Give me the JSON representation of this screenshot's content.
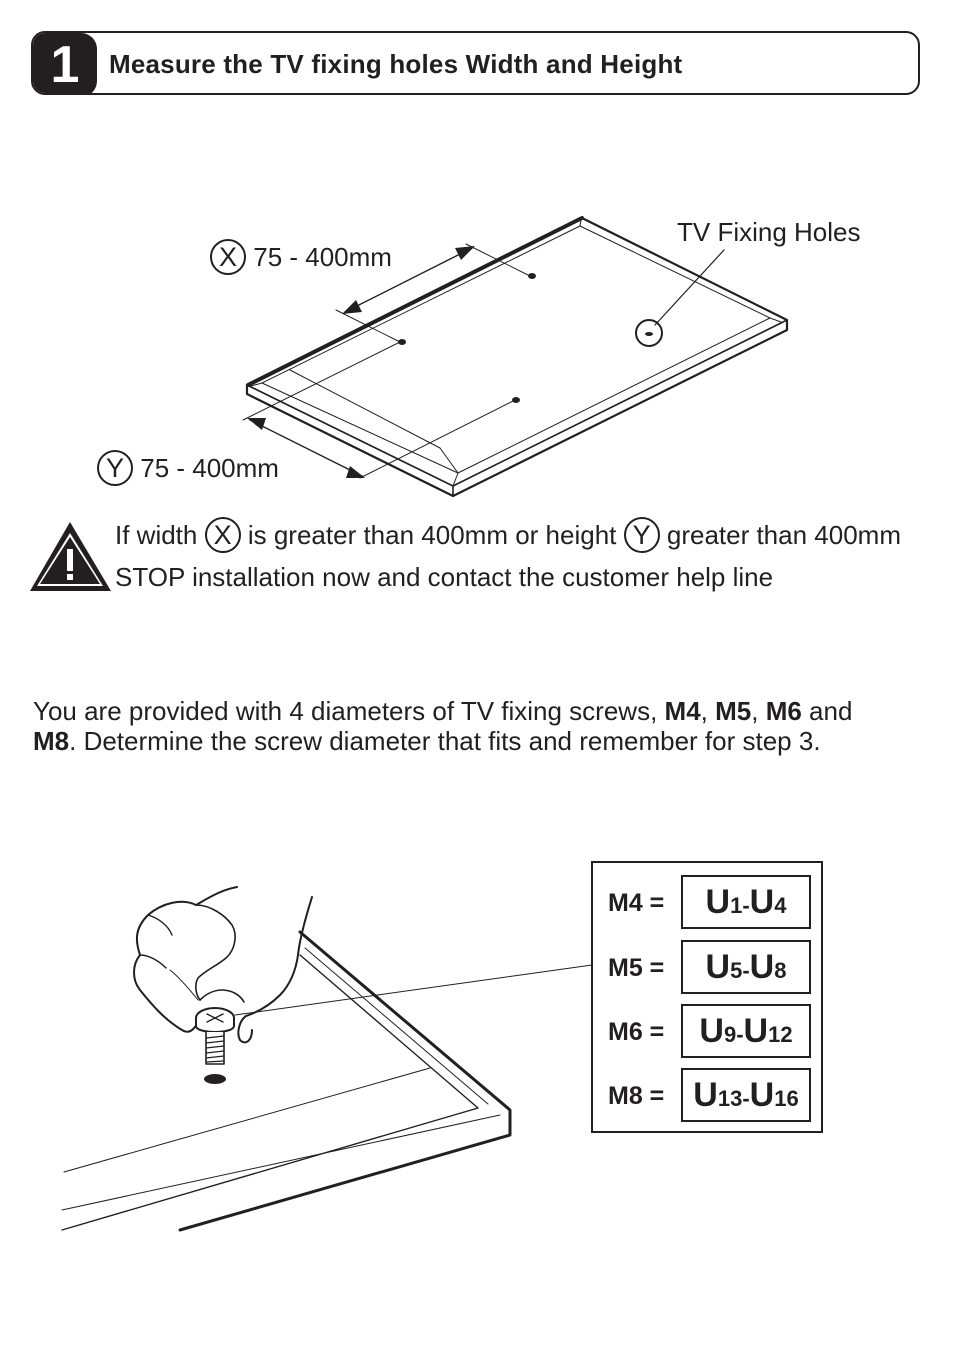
{
  "step": {
    "number": "1",
    "title": "Measure the TV fixing holes Width and Height"
  },
  "diagram": {
    "x_symbol": "X",
    "y_symbol": "Y",
    "x_range": "75 - 400mm",
    "y_range": "75 - 400mm",
    "holes_label": "TV Fixing Holes"
  },
  "warning": {
    "icon": "warning-triangle-icon",
    "line1_before": "If width",
    "line1_x": "X",
    "line1_mid": "is greater than 400mm or height",
    "line1_y": "Y",
    "line1_after": "greater than 400mm",
    "line2": "STOP installation now and contact the customer help line"
  },
  "intro": {
    "t1": "You are provided with 4 diameters of TV fixing screws, ",
    "m4": "M4",
    "c1": ", ",
    "m5": "M5",
    "c2": ", ",
    "m6": "M6",
    "t2": " and",
    "m8": "M8",
    "t3": ". Determine the screw diameter that fits and remember for step 3."
  },
  "screws": [
    {
      "size": "M4 =",
      "from": "U",
      "from_n": "1",
      "dash": "-",
      "to": "U",
      "to_n": "4"
    },
    {
      "size": "M5 =",
      "from": "U",
      "from_n": "5",
      "dash": "-",
      "to": "U",
      "to_n": "8"
    },
    {
      "size": "M6 =",
      "from": "U",
      "from_n": "9",
      "dash": "-",
      "to": "U",
      "to_n": "12"
    },
    {
      "size": "M8 =",
      "from": "U",
      "from_n": "13",
      "dash": "-",
      "to": "U",
      "to_n": "16"
    }
  ]
}
